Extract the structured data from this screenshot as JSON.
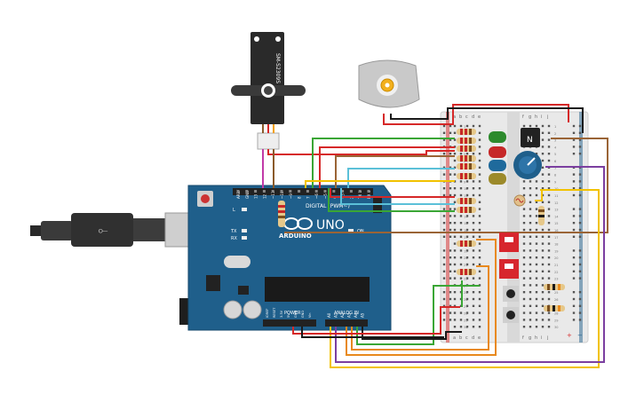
{
  "servo": {
    "model_label": "SM-S2309S"
  },
  "arduino": {
    "brand_label": "ARDUINO",
    "model_label": "UNO",
    "digital_header_label": "DIGITAL (PWM~)",
    "power_header_label": "POWER",
    "analog_header_label": "ANALOG IN",
    "tx_label": "TX",
    "rx_label": "RX",
    "l_label": "L",
    "on_label": "ON",
    "power_pins": [
      "IOREF",
      "RESET",
      "3.3V",
      "5V",
      "GND",
      "GND",
      "Vin"
    ],
    "analog_pins": [
      "A0",
      "A1",
      "A2",
      "A3",
      "A4",
      "A5"
    ],
    "digital_pins": [
      "AREF",
      "GND",
      "13",
      "12",
      "~11",
      "~10",
      "~9",
      "8",
      "7",
      "~6",
      "~5",
      "4",
      "~3",
      "2",
      "TX 1",
      "RX 0"
    ]
  },
  "breadboard": {
    "column_letters_top": [
      "a",
      "b",
      "c",
      "d",
      "e",
      "f",
      "g",
      "h",
      "i",
      "j"
    ],
    "column_letters_bottom": [
      "a",
      "b",
      "c",
      "d",
      "e",
      "f",
      "g",
      "h",
      "i",
      "j"
    ],
    "row_numbers": [
      "1",
      "2",
      "3",
      "4",
      "5",
      "6",
      "7",
      "8",
      "9",
      "10",
      "11",
      "12",
      "13",
      "14",
      "15",
      "16",
      "17",
      "18",
      "19",
      "20",
      "21",
      "22",
      "23",
      "24",
      "25",
      "26",
      "27",
      "28",
      "29",
      "30"
    ],
    "rail_plus": "+",
    "rail_minus": "−"
  },
  "transistor": {
    "label": "N"
  },
  "colors": {
    "board_blue": "#1f5f8b",
    "wire_red": "#d62828",
    "wire_black": "#1a1a1a",
    "wire_green": "#3aa635",
    "wire_yellow": "#f2c200",
    "wire_orange": "#e8891c",
    "wire_brown": "#9a6436",
    "wire_cyan": "#5bc0d8",
    "wire_purple": "#7b3fa0",
    "wire_magenta": "#c13aa8",
    "led_green": "#2d8a2d",
    "led_red": "#c62828",
    "led_blue": "#1f6a9c",
    "led_yellow": "#9c8a2a",
    "dip_switch_red": "#d7262d"
  }
}
